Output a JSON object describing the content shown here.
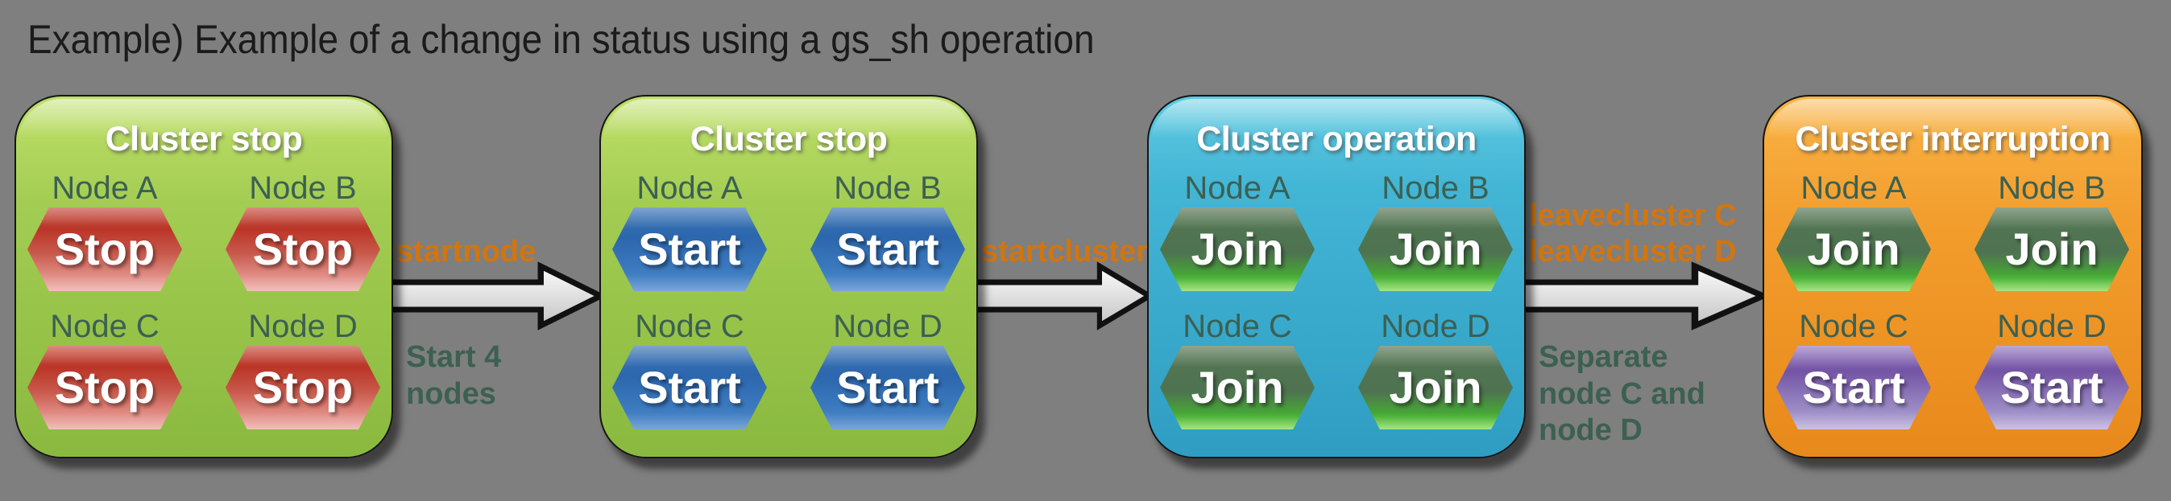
{
  "page": {
    "title": "Example) Example of a change in status using a gs_sh operation",
    "background_color": "#7f7f7f",
    "title_color": "#1b1b1b"
  },
  "diagram": {
    "stages": [
      {
        "title": "Cluster stop",
        "theme": "green",
        "nodes": [
          {
            "label": "Node A",
            "state": "Stop",
            "style": "stop"
          },
          {
            "label": "Node B",
            "state": "Stop",
            "style": "stop"
          },
          {
            "label": "Node C",
            "state": "Stop",
            "style": "stop"
          },
          {
            "label": "Node D",
            "state": "Stop",
            "style": "stop"
          }
        ]
      },
      {
        "title": "Cluster stop",
        "theme": "green",
        "nodes": [
          {
            "label": "Node A",
            "state": "Start",
            "style": "start-blue"
          },
          {
            "label": "Node B",
            "state": "Start",
            "style": "start-blue"
          },
          {
            "label": "Node C",
            "state": "Start",
            "style": "start-blue"
          },
          {
            "label": "Node D",
            "state": "Start",
            "style": "start-blue"
          }
        ]
      },
      {
        "title": "Cluster operation",
        "theme": "blue",
        "nodes": [
          {
            "label": "Node A",
            "state": "Join",
            "style": "join"
          },
          {
            "label": "Node B",
            "state": "Join",
            "style": "join"
          },
          {
            "label": "Node C",
            "state": "Join",
            "style": "join"
          },
          {
            "label": "Node D",
            "state": "Join",
            "style": "join"
          }
        ]
      },
      {
        "title": "Cluster interruption",
        "theme": "orange",
        "nodes": [
          {
            "label": "Node A",
            "state": "Join",
            "style": "join"
          },
          {
            "label": "Node B",
            "state": "Join",
            "style": "join"
          },
          {
            "label": "Node C",
            "state": "Start",
            "style": "start-purple"
          },
          {
            "label": "Node D",
            "state": "Start",
            "style": "start-purple"
          }
        ]
      }
    ],
    "transitions": [
      {
        "command": "startnode",
        "description": "Start 4\nnodes"
      },
      {
        "command": "startcluster",
        "description": ""
      },
      {
        "command": "leavecluster C\nleavecluster D",
        "description": "Separate\nnode C and\nnode D"
      }
    ]
  },
  "colors": {
    "command_label": "#d2750e",
    "description_label": "#3c6052",
    "node_label": "#3c6052",
    "box_green_top": "#bfe06a",
    "box_green_bottom": "#8ab93f",
    "box_blue_top": "#5ecae2",
    "box_blue_bottom": "#2f9dc2",
    "box_orange_top": "#f9b445",
    "box_orange_bottom": "#e8891b",
    "hex_stop_top": "#b93022",
    "hex_stop_bottom": "#eca9a3",
    "hex_start_blue_top": "#2c66ad",
    "hex_start_blue_bottom": "#4c89cb",
    "hex_join_top": "#4e7350",
    "hex_join_bottom": "#86dc57",
    "hex_start_purple_top": "#7454a5",
    "hex_start_purple_bottom": "#b9add9",
    "arrow_fill_top": "#fcfcfc",
    "arrow_fill_bottom": "#c4c4c4",
    "arrow_outline": "#111111"
  }
}
